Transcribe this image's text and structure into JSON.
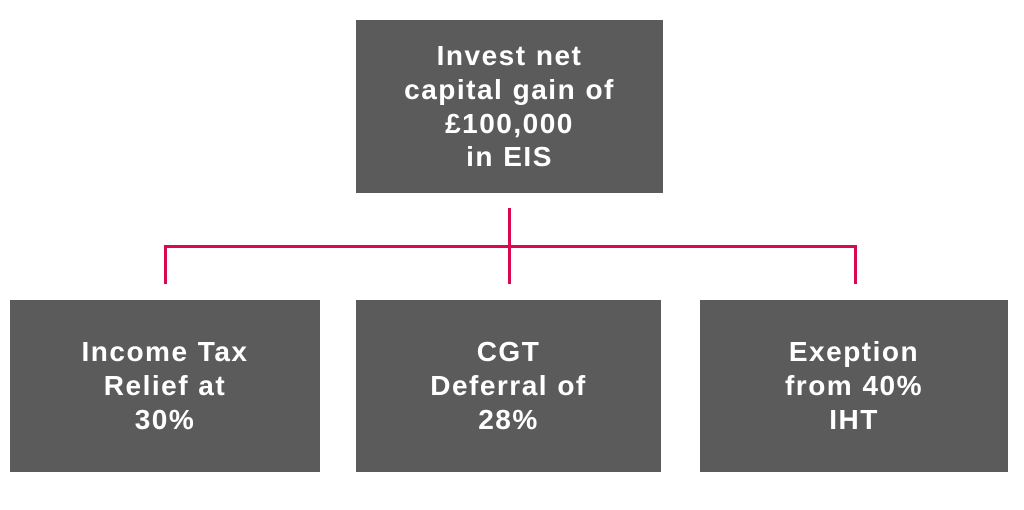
{
  "diagram": {
    "root_box": {
      "lines": [
        "Invest net",
        "capital gain of",
        "£100,000",
        "in EIS"
      ]
    },
    "child_boxes": [
      {
        "lines": [
          "Income Tax",
          "Relief at",
          "30%"
        ]
      },
      {
        "lines": [
          "CGT",
          "Deferral of",
          "28%"
        ]
      },
      {
        "lines": [
          "Exeption",
          "from 40%",
          "IHT"
        ]
      }
    ],
    "colors": {
      "box_fill": "#5b5b5b",
      "box_text": "#ffffff",
      "connector": "#d9084f",
      "background": "#ffffff"
    }
  }
}
